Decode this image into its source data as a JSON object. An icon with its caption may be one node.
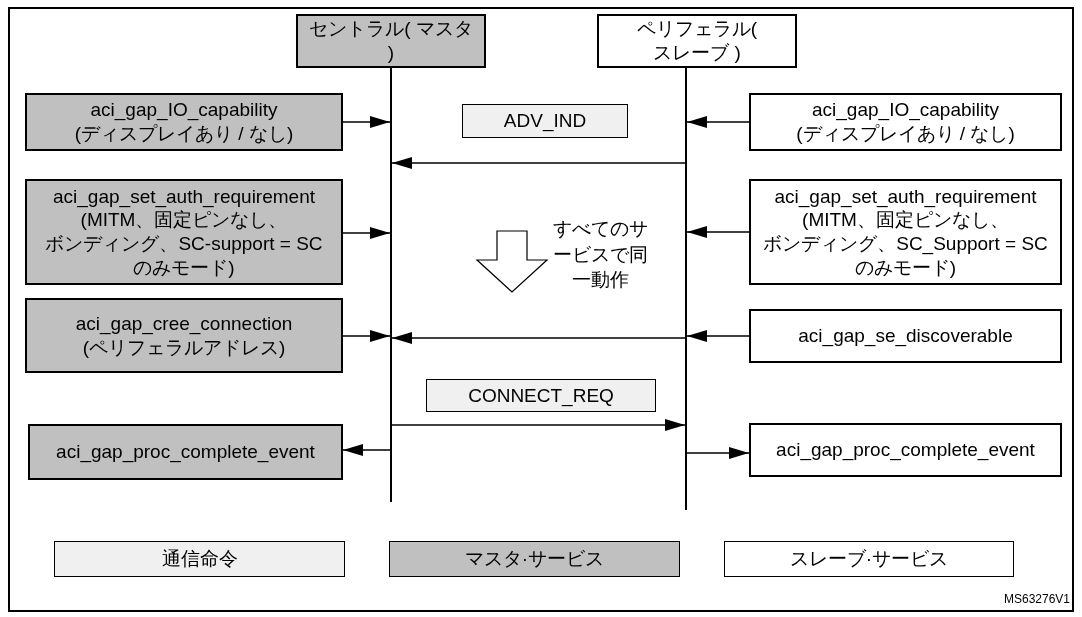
{
  "diagram": {
    "nodes": [
      {
        "text": [
          "セントラル( マスタ )"
        ]
      },
      {
        "text": [
          "ペリフェラル( スレーブ )"
        ]
      },
      {
        "text": [],
        "shape": "bar"
      },
      {
        "text": [],
        "shape": "bar"
      },
      {
        "text": [
          "aci_gap_IO_capability (ディスプレイあり / なし)"
        ]
      },
      {
        "text": [
          "aci_gap_IO_capability (ディスプレイあり / なし)"
        ]
      },
      {
        "text": [
          "aci_gap_set_auth_requirement (MITM、固定ピンなし、ボンディング、SC-support = SC のみモード)"
        ]
      },
      {
        "text": [
          "aci_gap_set_auth_requirement (MITM、固定ピンなし、ボンディング、SC_Support = SC のみモード)"
        ]
      },
      {
        "text": [
          "aci_gap_cree_connection (ペリフェラルアドレス)"
        ]
      },
      {
        "text": [
          "aci_gap_se_discoverable"
        ]
      },
      {
        "text": [
          "aci_gap_proc_complete_event"
        ]
      },
      {
        "text": [
          "aci_gap_proc_complete_event"
        ]
      }
    ],
    "edges": [
      {
        "from": 4,
        "to": 2,
        "arrow": "to"
      },
      {
        "from": 5,
        "to": 3,
        "arrow": "to"
      },
      {
        "from": 3,
        "to": 2,
        "arrow": "to",
        "label": "ADV_IND"
      },
      {
        "from": 6,
        "to": 2,
        "arrow": "to"
      },
      {
        "from": 7,
        "to": 3,
        "arrow": "to"
      },
      {
        "from": 8,
        "to": 2,
        "arrow": "to"
      },
      {
        "from": 9,
        "to": 3,
        "arrow": "to"
      },
      {
        "from": 3,
        "to": 2,
        "arrow": "to"
      },
      {
        "from": 2,
        "to": 3,
        "arrow": "to",
        "label": "CONNECT_REQ"
      },
      {
        "from": 2,
        "to": 10,
        "arrow": "to"
      },
      {
        "from": 3,
        "to": 11,
        "arrow": "to"
      }
    ],
    "labels": [
      "すべてのサービスで同一動作",
      "MS63276V1"
    ],
    "legend": [
      {
        "text": "通信命令",
        "color": "#f0f0f0"
      },
      {
        "text": "マスタ·サービス",
        "color": "#c0c0c0"
      },
      {
        "text": "スレーブ·サービス",
        "color": "#ffffff"
      }
    ]
  }
}
